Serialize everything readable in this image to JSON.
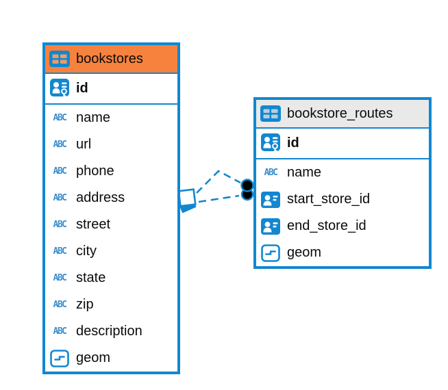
{
  "diagram": {
    "background_color": "#FFFFFF",
    "accent_color": "#1287D0",
    "tables": [
      {
        "name": "bookstores",
        "header_bg": "#F6823E",
        "header_icon": "table-icon",
        "primary_key": {
          "name": "id",
          "icon": "primary-key-icon"
        },
        "columns": [
          {
            "name": "name",
            "icon": "varchar-type-icon"
          },
          {
            "name": "url",
            "icon": "varchar-type-icon"
          },
          {
            "name": "phone",
            "icon": "varchar-type-icon"
          },
          {
            "name": "address",
            "icon": "varchar-type-icon"
          },
          {
            "name": "street",
            "icon": "varchar-type-icon"
          },
          {
            "name": "city",
            "icon": "varchar-type-icon"
          },
          {
            "name": "state",
            "icon": "varchar-type-icon"
          },
          {
            "name": "zip",
            "icon": "varchar-type-icon"
          },
          {
            "name": "description",
            "icon": "varchar-type-icon"
          },
          {
            "name": "geom",
            "icon": "geometry-type-icon"
          }
        ]
      },
      {
        "name": "bookstore_routes",
        "header_bg": "#E9E9E9",
        "header_icon": "table-icon",
        "primary_key": {
          "name": "id",
          "icon": "primary-key-icon"
        },
        "columns": [
          {
            "name": "name",
            "icon": "varchar-type-icon"
          },
          {
            "name": "start_store_id",
            "icon": "foreign-key-type-icon"
          },
          {
            "name": "end_store_id",
            "icon": "foreign-key-type-icon"
          },
          {
            "name": "geom",
            "icon": "geometry-type-icon"
          }
        ]
      }
    ],
    "icons": {
      "varchar_glyph": "ABC"
    },
    "relation": {
      "line_style": "dashed",
      "line_color": "#1287D0",
      "left_end_marker": "overlapping-squares",
      "right_end_marker": "overlapping-black-dots",
      "dot_fill": "#000000"
    }
  }
}
